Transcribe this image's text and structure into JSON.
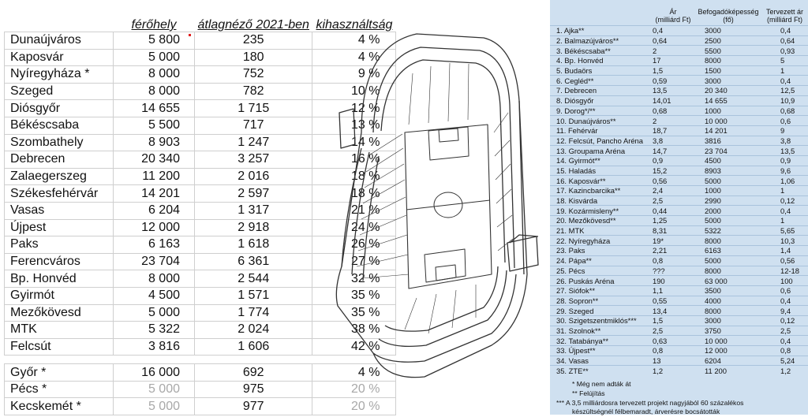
{
  "spreadsheet": {
    "headers": {
      "capacity": "férőhely",
      "attendance": "átlagnéző 2021-ben",
      "utilization": "kihasználtság"
    },
    "rows": [
      {
        "name": "Dunaújváros",
        "capacity": "5 800",
        "attendance": "235",
        "utilization": "4 %"
      },
      {
        "name": "Kaposvár",
        "capacity": "5 000",
        "attendance": "180",
        "utilization": "4 %"
      },
      {
        "name": "Nyíregyháza *",
        "capacity": "8 000",
        "attendance": "752",
        "utilization": "9 %"
      },
      {
        "name": "Szeged",
        "capacity": "8 000",
        "attendance": "782",
        "utilization": "10 %"
      },
      {
        "name": "Diósgyőr",
        "capacity": "14 655",
        "attendance": "1 715",
        "utilization": "12 %"
      },
      {
        "name": "Békéscsaba",
        "capacity": "5 500",
        "attendance": "717",
        "utilization": "13 %"
      },
      {
        "name": "Szombathely",
        "capacity": "8 903",
        "attendance": "1 247",
        "utilization": "14 %"
      },
      {
        "name": "Debrecen",
        "capacity": "20 340",
        "attendance": "3 257",
        "utilization": "16 %"
      },
      {
        "name": "Zalaegerszeg",
        "capacity": "11 200",
        "attendance": "2 016",
        "utilization": "18 %"
      },
      {
        "name": "Székesfehérvár",
        "capacity": "14 201",
        "attendance": "2 597",
        "utilization": "18 %"
      },
      {
        "name": "Vasas",
        "capacity": "6 204",
        "attendance": "1 317",
        "utilization": "21 %"
      },
      {
        "name": "Újpest",
        "capacity": "12 000",
        "attendance": "2 918",
        "utilization": "24 %"
      },
      {
        "name": "Paks",
        "capacity": "6 163",
        "attendance": "1 618",
        "utilization": "26 %"
      },
      {
        "name": "Ferencváros",
        "capacity": "23 704",
        "attendance": "6 361",
        "utilization": "27 %"
      },
      {
        "name": "Bp. Honvéd",
        "capacity": "8 000",
        "attendance": "2 544",
        "utilization": "32 %"
      },
      {
        "name": "Gyirmót",
        "capacity": "4 500",
        "attendance": "1 571",
        "utilization": "35 %"
      },
      {
        "name": "Mezőkövesd",
        "capacity": "5 000",
        "attendance": "1 774",
        "utilization": "35 %"
      },
      {
        "name": "MTK",
        "capacity": "5 322",
        "attendance": "2 024",
        "utilization": "38 %"
      },
      {
        "name": "Felcsút",
        "capacity": "3 816",
        "attendance": "1 606",
        "utilization": "42 %"
      }
    ],
    "extra_rows": [
      {
        "name": "Győr *",
        "capacity": "16 000",
        "attendance": "692",
        "utilization": "4 %",
        "grey": false
      },
      {
        "name": "Pécs *",
        "capacity": "5 000",
        "attendance": "975",
        "utilization": "20 %",
        "grey": true
      },
      {
        "name": "Kecskemét *",
        "capacity": "5 000",
        "attendance": "977",
        "utilization": "20 %",
        "grey": true
      }
    ]
  },
  "stadium_drawing": {
    "icon": "stadium-line-drawing"
  },
  "newspaper_table": {
    "headers": {
      "price": "Ár\n(milliárd Ft)",
      "capacity": "Befogadóképesség\n(fő)",
      "planned": "Tervezett ár\n(milliárd Ft)"
    },
    "rows": [
      {
        "name": "1. Ajka**",
        "price": "0,4",
        "capacity": "3000",
        "planned": "0,4"
      },
      {
        "name": "2. Balmazújváros**",
        "price": "0,64",
        "capacity": "2500",
        "planned": "0,64"
      },
      {
        "name": "3. Békéscsaba**",
        "price": "2",
        "capacity": "5500",
        "planned": "0,93"
      },
      {
        "name": "4. Bp. Honvéd",
        "price": "17",
        "capacity": "8000",
        "planned": "5"
      },
      {
        "name": "5. Budaörs",
        "price": "1,5",
        "capacity": "1500",
        "planned": "1"
      },
      {
        "name": "6. Cegléd**",
        "price": "0,59",
        "capacity": "3000",
        "planned": "0,4"
      },
      {
        "name": "7. Debrecen",
        "price": "13,5",
        "capacity": "20 340",
        "planned": "12,5"
      },
      {
        "name": "8. Diósgyőr",
        "price": "14,01",
        "capacity": "14 655",
        "planned": "10,9"
      },
      {
        "name": "9. Dorog*/**",
        "price": "0,68",
        "capacity": "1000",
        "planned": "0,68"
      },
      {
        "name": "10. Dunaújváros**",
        "price": "2",
        "capacity": "10 000",
        "planned": "0,6"
      },
      {
        "name": "11. Fehérvár",
        "price": "18,7",
        "capacity": "14 201",
        "planned": "9"
      },
      {
        "name": "12. Felcsút, Pancho Aréna",
        "price": "3,8",
        "capacity": "3816",
        "planned": "3,8"
      },
      {
        "name": "13. Groupama Aréna",
        "price": "14,7",
        "capacity": "23 704",
        "planned": "13,5"
      },
      {
        "name": "14. Gyirmót**",
        "price": "0,9",
        "capacity": "4500",
        "planned": "0,9"
      },
      {
        "name": "15. Haladás",
        "price": "15,2",
        "capacity": "8903",
        "planned": "9,6"
      },
      {
        "name": "16. Kaposvár**",
        "price": "0,56",
        "capacity": "5000",
        "planned": "1,06"
      },
      {
        "name": "17. Kazincbarcika**",
        "price": "2,4",
        "capacity": "1000",
        "planned": "1"
      },
      {
        "name": "18. Kisvárda",
        "price": "2,5",
        "capacity": "2990",
        "planned": "0,12"
      },
      {
        "name": "19. Kozármisleny**",
        "price": "0,44",
        "capacity": "2000",
        "planned": "0,4"
      },
      {
        "name": "20. Mezőkövesd**",
        "price": "1,25",
        "capacity": "5000",
        "planned": "1"
      },
      {
        "name": "21. MTK",
        "price": "8,31",
        "capacity": "5322",
        "planned": "5,65"
      },
      {
        "name": "22. Nyíregyháza",
        "price": "19*",
        "capacity": "8000",
        "planned": "10,3"
      },
      {
        "name": "23. Paks",
        "price": "2,21",
        "capacity": "6163",
        "planned": "1,4"
      },
      {
        "name": "24. Pápa**",
        "price": "0,8",
        "capacity": "5000",
        "planned": "0,56"
      },
      {
        "name": "25. Pécs",
        "price": "???",
        "capacity": "8000",
        "planned": "12-18"
      },
      {
        "name": "26. Puskás Aréna",
        "price": "190",
        "capacity": "63 000",
        "planned": "100"
      },
      {
        "name": "27. Siófok**",
        "price": "1,1",
        "capacity": "3500",
        "planned": "0,6"
      },
      {
        "name": "28. Sopron**",
        "price": "0,55",
        "capacity": "4000",
        "planned": "0,4"
      },
      {
        "name": "29. Szeged",
        "price": "13,4",
        "capacity": "8000",
        "planned": "9,4"
      },
      {
        "name": "30. Szigetszentmiklós***",
        "price": "1,5",
        "capacity": "3000",
        "planned": "0,12"
      },
      {
        "name": "31. Szolnok**",
        "price": "2,5",
        "capacity": "3750",
        "planned": "2,5"
      },
      {
        "name": "32. Tatabánya**",
        "price": "0,63",
        "capacity": "10 000",
        "planned": "0,4"
      },
      {
        "name": "33. Újpest**",
        "price": "0,8",
        "capacity": "12 000",
        "planned": "0,8"
      },
      {
        "name": "34. Vasas",
        "price": "13",
        "capacity": "6204",
        "planned": "5,24"
      },
      {
        "name": "35. ZTE**",
        "price": "1,2",
        "capacity": "11 200",
        "planned": "1,2"
      }
    ],
    "notes": [
      "* Még nem adták át",
      "** Felújítás",
      "*** A 3,5 milliárdosra tervezett projekt nagyjából 60 százalékos",
      "készültségnél félbemaradt, árverésre bocsátották"
    ]
  },
  "colors": {
    "newspaper_bg": "#cfe0f0",
    "grid": "#cfcfcf",
    "grey_text": "#a8a8a8",
    "marker": "#e02020"
  }
}
